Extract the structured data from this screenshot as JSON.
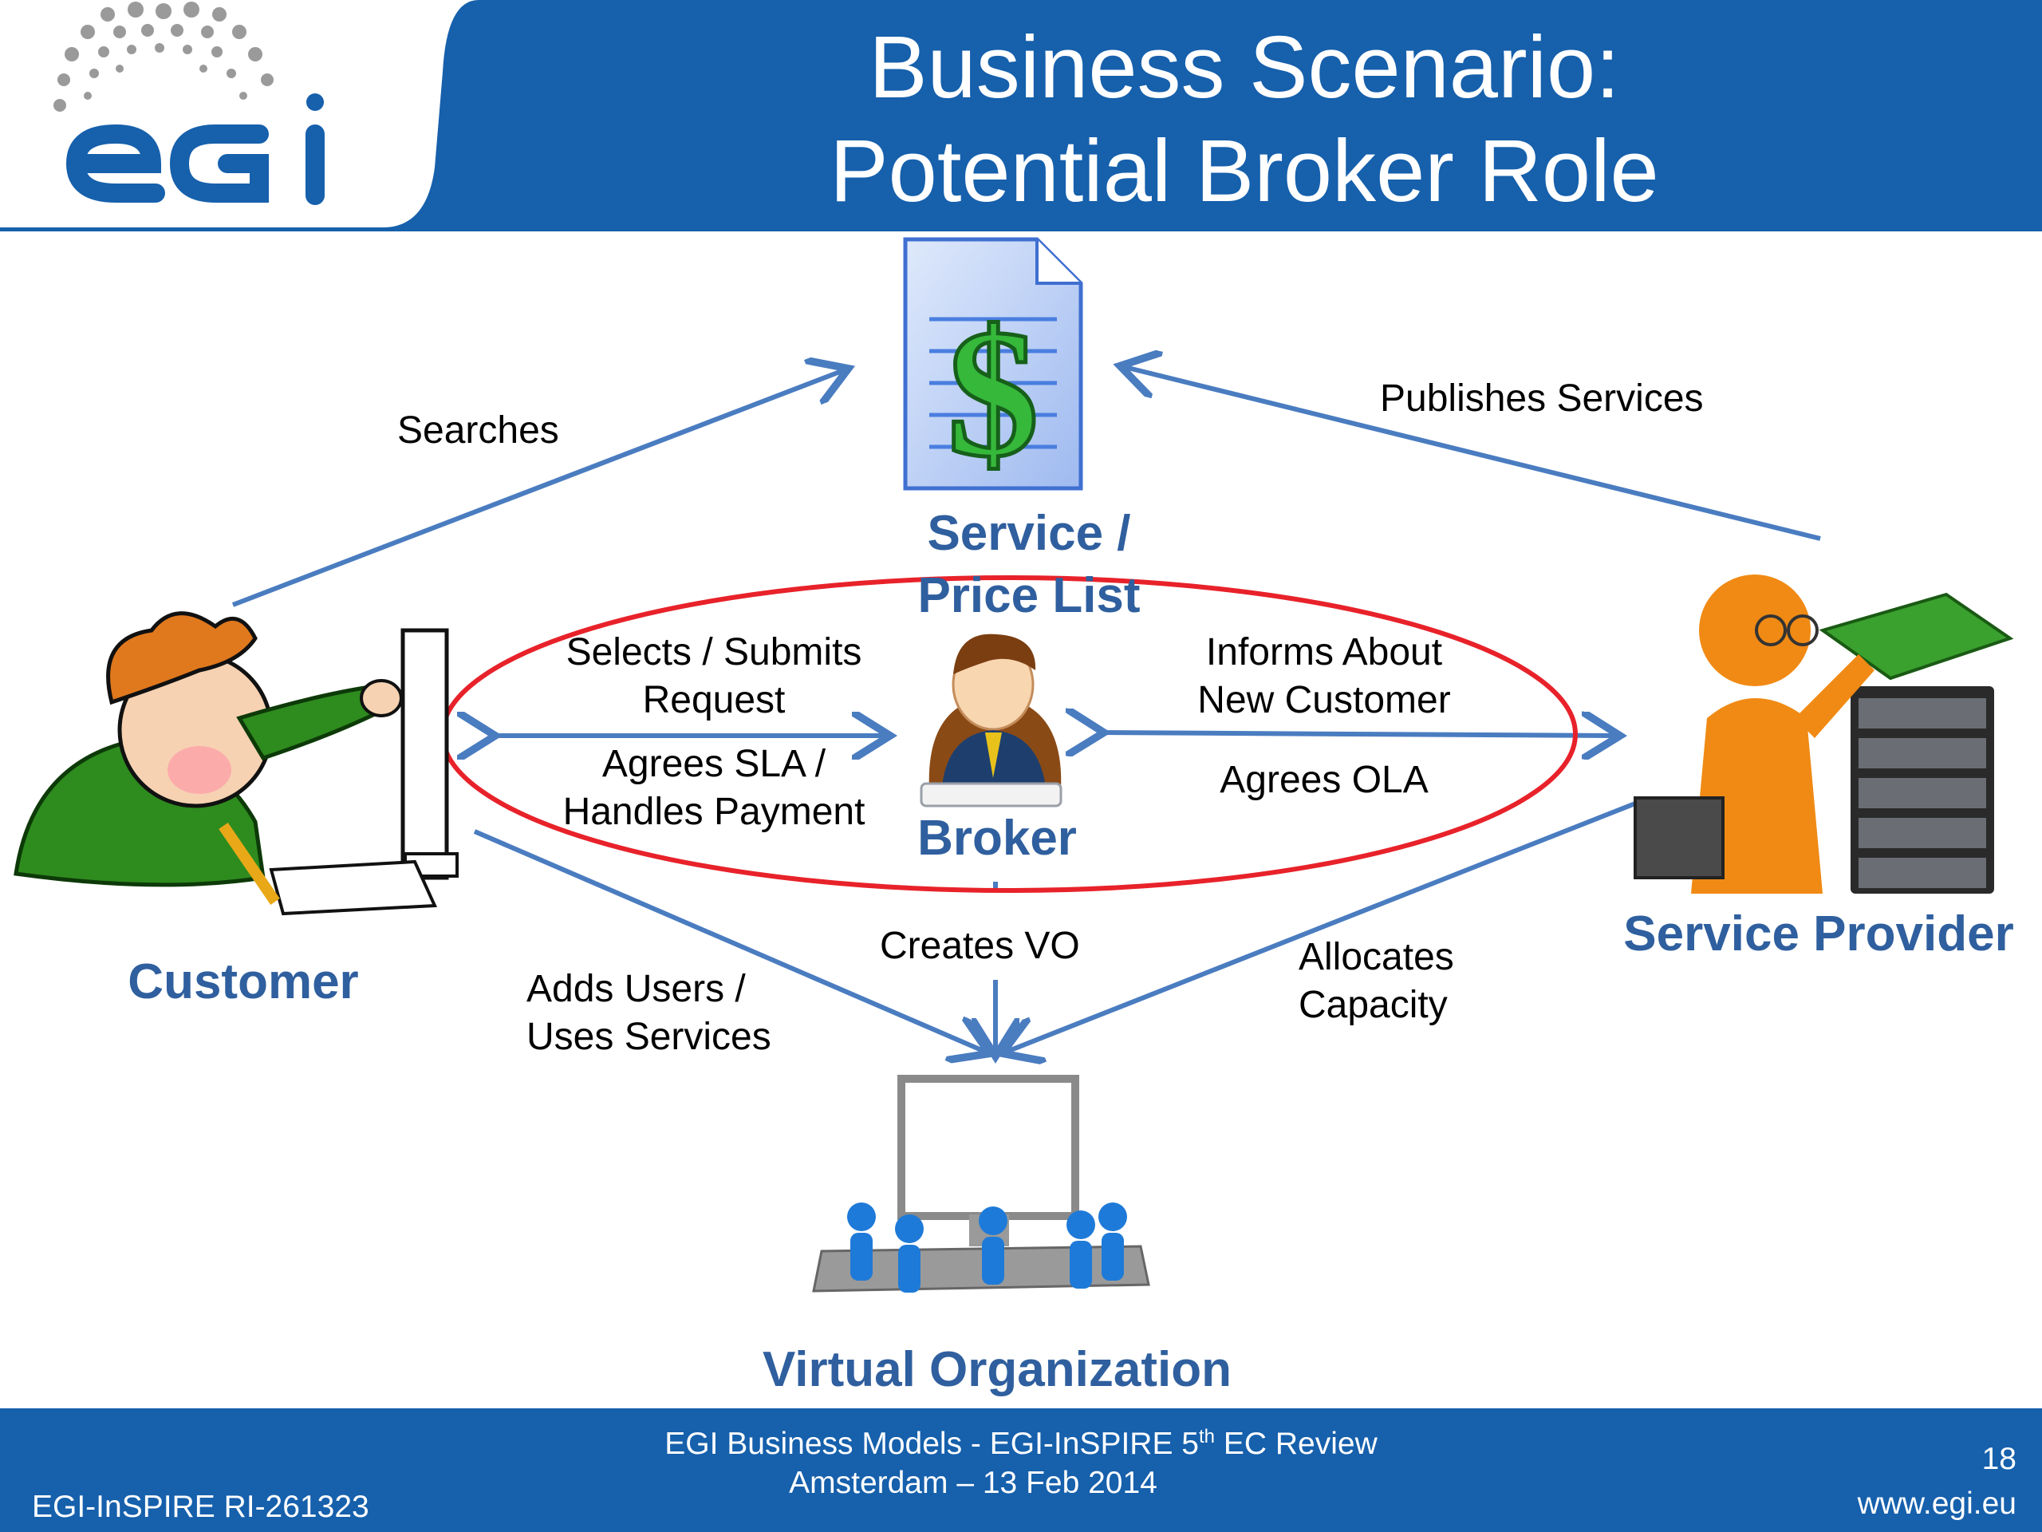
{
  "header": {
    "title_line1": "Business Scenario:",
    "title_line2": "Potential Broker Role",
    "logo_text": "egi"
  },
  "nodes": {
    "service_list_line1": "Service /",
    "service_list_line2": "Price List",
    "broker": "Broker",
    "customer": "Customer",
    "service_provider": "Service Provider",
    "virtual_organization": "Virtual Organization"
  },
  "labels": {
    "searches": "Searches",
    "publishes_services": "Publishes Services",
    "selects_submits_line1": "Selects / Submits",
    "selects_submits_line2": "Request",
    "agrees_sla_line1": "Agrees SLA /",
    "agrees_sla_line2": "Handles Payment",
    "informs_line1": "Informs About",
    "informs_line2": "New Customer",
    "agrees_ola": "Agrees OLA",
    "creates_vo": "Creates VO",
    "adds_users_line1": "Adds Users /",
    "adds_users_line2": "Uses Services",
    "allocates_line1": "Allocates",
    "allocates_line2": "Capacity"
  },
  "footer": {
    "line1_prefix": "EGI Business Models - EGI-InSPIRE 5",
    "line1_sup": "th",
    "line1_suffix": " EC Review",
    "line2": "Amsterdam – 13 Feb 2014",
    "project_id": "EGI-InSPIRE RI-261323",
    "page_number": "18",
    "url": "www.egi.eu"
  },
  "colors": {
    "header_blue": "#1660ac",
    "node_label_blue": "#2f5f9e",
    "arrow_blue": "#4a7cc0",
    "ellipse_red": "#e8222a"
  },
  "icons": [
    "dollar-document-icon",
    "broker-person-icon",
    "customer-cartoon-icon",
    "service-provider-server-icon",
    "virtual-organization-computer-icon"
  ]
}
